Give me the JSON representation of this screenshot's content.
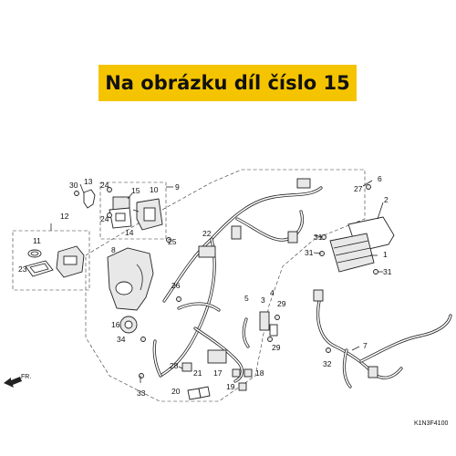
{
  "banner": {
    "text": "Na obrázku díl číslo 15",
    "color": "#f5c400"
  },
  "diagram_code": "K1N3F4100",
  "front_label": "FR.",
  "callouts": {
    "c1": "1",
    "c2": "2",
    "c3": "3",
    "c4": "4",
    "c5": "5",
    "c6": "6",
    "c7": "7",
    "c8": "8",
    "c9": "9",
    "c10": "10",
    "c11": "11",
    "c12": "12",
    "c13": "13",
    "c14": "14",
    "c15": "15",
    "c16": "16",
    "c17": "17",
    "c18": "18",
    "c19": "19",
    "c20": "20",
    "c21": "21",
    "c22": "22",
    "c23": "23",
    "c24a": "24",
    "c24b": "24",
    "c25": "25",
    "c26": "26",
    "c27": "27",
    "c28": "28",
    "c29a": "29",
    "c29b": "29",
    "c30": "30",
    "c31a": "31",
    "c31b": "31",
    "c31c": "31",
    "c32": "32",
    "c33": "33",
    "c34": "34"
  }
}
